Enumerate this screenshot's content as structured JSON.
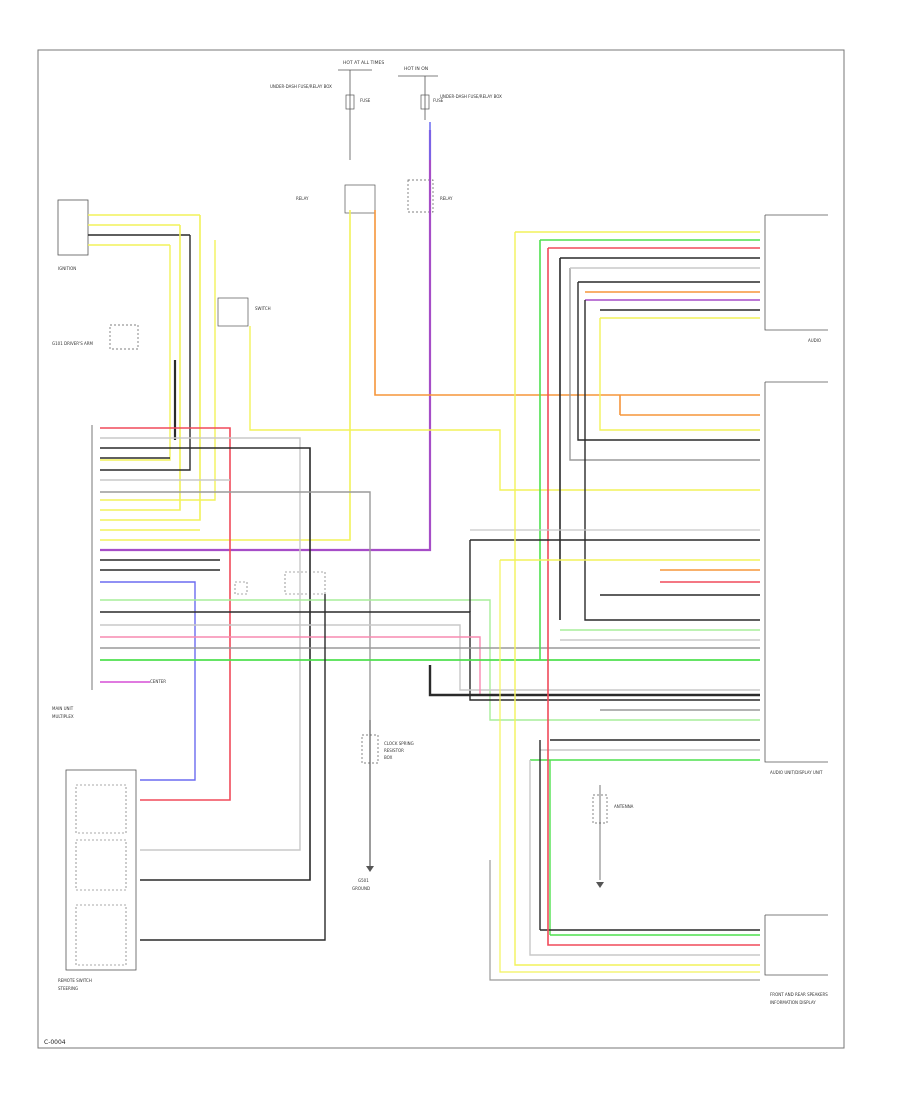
{
  "labels": {
    "hot_at_all_times": "HOT AT ALL TIMES",
    "hot_in_on": "HOT IN ON",
    "fuse_relay_box_left": "UNDER-DASH FUSE/RELAY BOX",
    "fuse_relay_box_right": "UNDER-DASH FUSE/RELAY BOX",
    "fuse_a": "FUSE",
    "fuse_b": "FUSE",
    "rel_a": "RELAY",
    "rel_b": "RELAY",
    "ignition_connector": "IGNITION",
    "left_connector": "G101 DRIVER'S ARM",
    "switch_label": "SWITCH",
    "center_label": "CENTER",
    "main_unit": "MAIN UNIT",
    "main_unit_sub": "MULTIPLEX",
    "antenna_unit": "ANTENNA",
    "top_right_label": "AUDIO",
    "right_big_label": "AUDIO UNIT/DISPLAY UNIT",
    "bottom_left_box_label": "REMOTE SWITCH",
    "bottom_left_box_sub": "STEERING",
    "bottom_mid_label": "CLOCK SPRING",
    "ground_label": "G501",
    "ground_sub": "GROUND",
    "bottom_right_label": "FRONT AND REAR SPEAKERS",
    "bottom_right_sub": "INFORMATION DISPLAY",
    "bottom_center_label": "RESISTOR",
    "bottom_center_sub": "BOX",
    "page_id": "C-0004"
  },
  "colors": {
    "yellow": "#f2f25a",
    "purple": "#a64dc7",
    "orange": "#f5953a",
    "red": "#f04a5a",
    "green": "#4fe04f",
    "blue": "#6b6bf0",
    "gray": "#9a9a9a",
    "lightgray": "#c8c8c8",
    "black": "#2a2a2a",
    "pink": "#f78ab0",
    "lightgreen": "#a7ee9a",
    "magenta": "#d64fd6"
  }
}
